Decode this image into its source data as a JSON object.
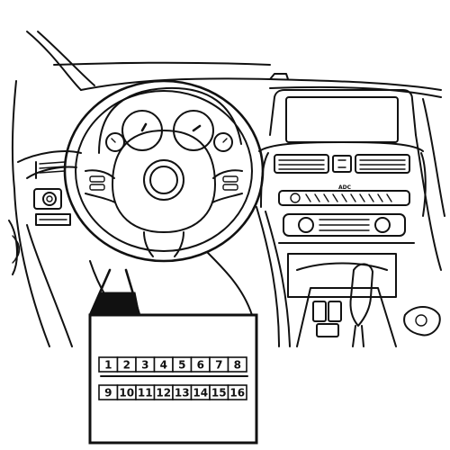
{
  "console": {
    "display_label": "ADC"
  },
  "connector": {
    "row_top": [
      "1",
      "2",
      "3",
      "4",
      "5",
      "6",
      "7",
      "8"
    ],
    "row_bottom": [
      "9",
      "10",
      "11",
      "12",
      "13",
      "14",
      "15",
      "16"
    ]
  }
}
